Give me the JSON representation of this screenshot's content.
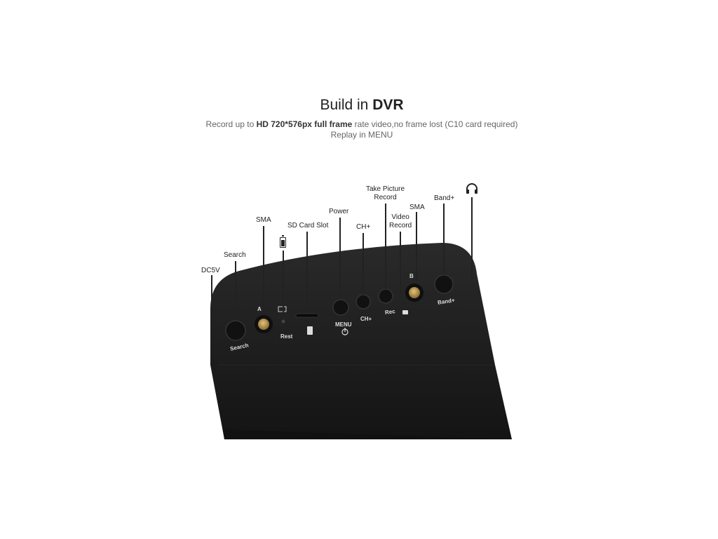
{
  "header": {
    "title_prefix": "Build in ",
    "title_bold": "DVR",
    "subtitle_prefix": "Record up to ",
    "subtitle_bold": "HD 720*576px full frame",
    "subtitle_suffix": " rate video,no frame lost (C10 card required)",
    "subtitle_line2": "Replay in MENU"
  },
  "callouts": {
    "dc5v": "DC5V",
    "search": "Search",
    "sma_left": "SMA",
    "sd_card_slot": "SD Card Slot",
    "power": "Power",
    "ch_plus": "CH+",
    "take_picture_line1": "Take Picture",
    "take_picture_line2": "Record",
    "video_record_line1": "Video",
    "video_record_line2": "Record",
    "sma_right": "SMA",
    "band_plus": "Band+"
  },
  "device_labels": {
    "search": "Search",
    "antenna_a": "A",
    "rest": "Rest",
    "menu": "MENU",
    "ch_plus": "CH+",
    "rec": "Rec",
    "antenna_b": "B",
    "band_plus": "Band+"
  },
  "icons": {
    "battery": "battery-icon",
    "headphone": "headphone-icon",
    "power": "power-icon"
  },
  "colors": {
    "device_body": "#1c1c1c",
    "antenna_gold": "#b8924a",
    "text": "#222222"
  }
}
